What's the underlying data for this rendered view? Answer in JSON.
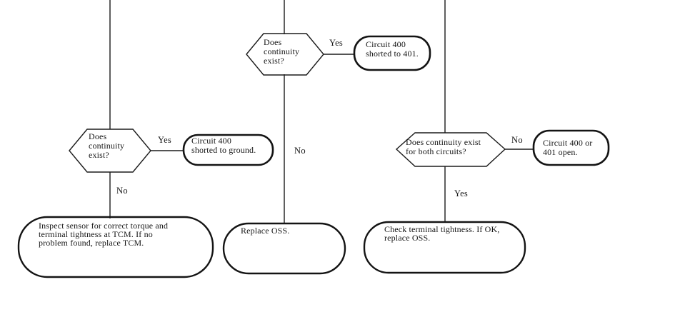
{
  "flowchart": {
    "decisions": {
      "top": {
        "text": "Does\ncontinuity\nexist?"
      },
      "left": {
        "text": "Does\ncontinuity\nexist?"
      },
      "right": {
        "text": "Does continuity exist\nfor both circuits?"
      }
    },
    "outcomes": {
      "top": {
        "text": "Circuit 400\nshorted to 401."
      },
      "left": {
        "text": "Circuit 400\nshorted to ground."
      },
      "right": {
        "text": "Circuit 400 or\n401 open."
      }
    },
    "terminals": {
      "left": {
        "text": "Inspect sensor for correct torque and\nterminal tightness at TCM. If no\nproblem found, replace TCM."
      },
      "middle": {
        "text": "Replace OSS."
      },
      "right": {
        "text": "Check terminal tightness. If OK,\nreplace OSS."
      }
    },
    "branch_labels": {
      "top_yes": "Yes",
      "middle_no": "No",
      "left_yes": "Yes",
      "left_no": "No",
      "right_no": "No",
      "right_yes": "Yes"
    },
    "colors": {
      "ink": "#1b1b1b",
      "background": "#ffffff"
    }
  }
}
